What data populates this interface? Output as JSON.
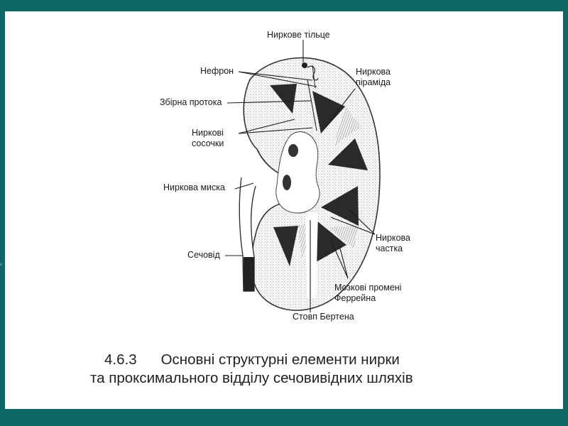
{
  "labels": {
    "nyrkove_tiltse": "Ниркове тільце",
    "nefron": "Нефрон",
    "zbirna_protoka": "Збірна протока",
    "nyrkova_piramida_1": "Ниркова",
    "nyrkova_piramida_2": "піраміда",
    "nyrkovi_sosochky_1": "Ниркові",
    "nyrkovi_sosochky_2": "сосочки",
    "nyrkova_myska": "Ниркова миска",
    "nyrkova_chastka_1": "Ниркова",
    "nyrkova_chastka_2": "частка",
    "sechovid": "Сечовід",
    "mozkovi_promeni_1": "Мозкові промені",
    "mozkovi_promeni_2": "Феррейна",
    "stovp_bertena": "Стовп Бертена"
  },
  "caption": {
    "number": "4.6.3",
    "line1": "Основні структурні елементи нирки",
    "line2": "та проксимального відділу сечовивідних шляхів"
  },
  "colors": {
    "frame": "#0e6666",
    "background": "#ffffff",
    "pyramid": "#2a2a2a",
    "outline": "#333333"
  }
}
